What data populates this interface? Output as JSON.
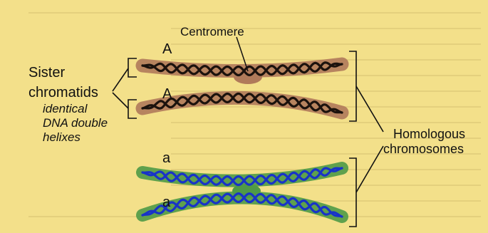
{
  "labels": {
    "centromere": "Centromere",
    "allele_top_1": "A",
    "allele_top_2": "A",
    "allele_bottom_1": "a",
    "allele_bottom_2": "a",
    "sister_line1": "Sister",
    "sister_line2": "chromatids",
    "identical_line1": "identical",
    "identical_line2": "DNA double",
    "identical_line3": "helixes",
    "homologous_line1": "Homologous",
    "homologous_line2": "chromosomes"
  },
  "colors": {
    "background": "#f3e08a",
    "upper_chromosome_fill": "#b07a5a",
    "upper_helix": "#1b120d",
    "lower_chromosome_fill": "#4f9a46",
    "lower_helix": "#1833c8"
  }
}
